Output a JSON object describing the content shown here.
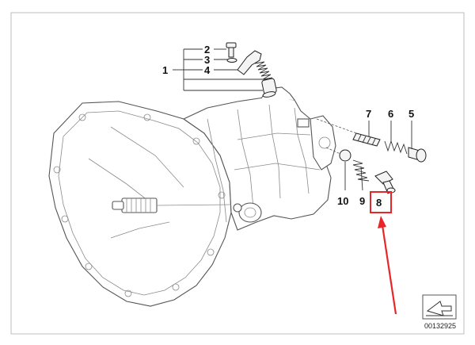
{
  "diagram": {
    "callouts": {
      "c1": "1",
      "c2": "2",
      "c3": "3",
      "c4": "4",
      "c5": "5",
      "c6": "6",
      "c7": "7",
      "c8": "8",
      "c9": "9",
      "c10": "10"
    },
    "image_code": "00132925",
    "highlight_color": "#e8262a",
    "arrow_color": "#e8262a"
  }
}
